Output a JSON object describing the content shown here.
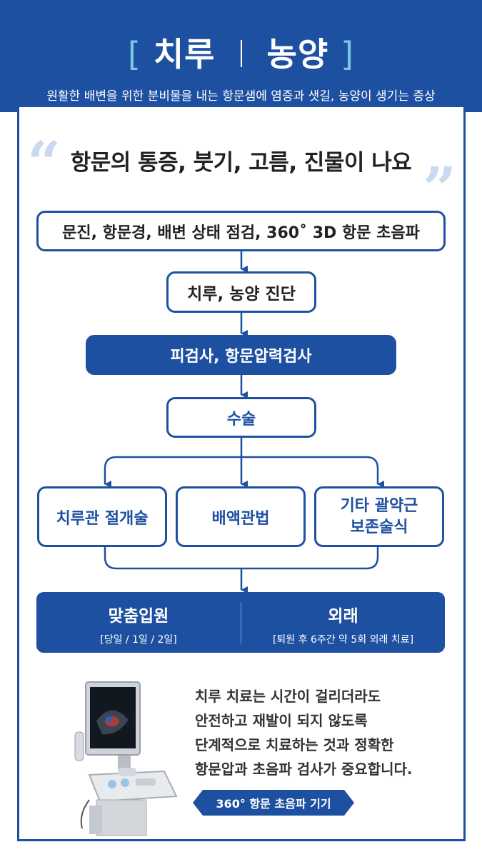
{
  "header": {
    "bracket_open": "[",
    "title_left": "치루",
    "title_right": "농양",
    "bracket_close": "]",
    "subtitle": "원활한 배변을 위한 분비물을 내는 항문샘에 염증과 샛길, 농양이 생기는 증상"
  },
  "headline": {
    "open_quote": "“",
    "text": "항문의 통증, 붓기, 고름, 진물이 나요",
    "close_quote": "”"
  },
  "flow": {
    "step1": "문진, 항문경, 배변 상태 점검, 360˚ 3D 항문 초음파",
    "step2": "치루, 농양 진단",
    "step3": "피검사, 항문압력검사",
    "step4": "수술",
    "options": [
      "치루관 절개술",
      "배액관법",
      "기타 괄약근",
      "보존술식"
    ]
  },
  "stay": {
    "left_title": "맞춤입원",
    "left_detail": "[당일 / 1일 / 2일]",
    "right_title": "외래",
    "right_detail": "[퇴원 후 6주간 약 5회 외래 치료]"
  },
  "description": {
    "lines": [
      "치루 치료는 시간이 걸리더라도",
      "안전하고 재발이 되지 않도록",
      "단계적으로 치료하는 것과 정확한",
      "항문압과 초음파 검사가 중요합니다."
    ]
  },
  "device_tag": "360° 항문 초음파 기기",
  "colors": {
    "primary": "#1e50a2",
    "bracket": "#79c6e6",
    "quote": "#c9d9ef"
  }
}
